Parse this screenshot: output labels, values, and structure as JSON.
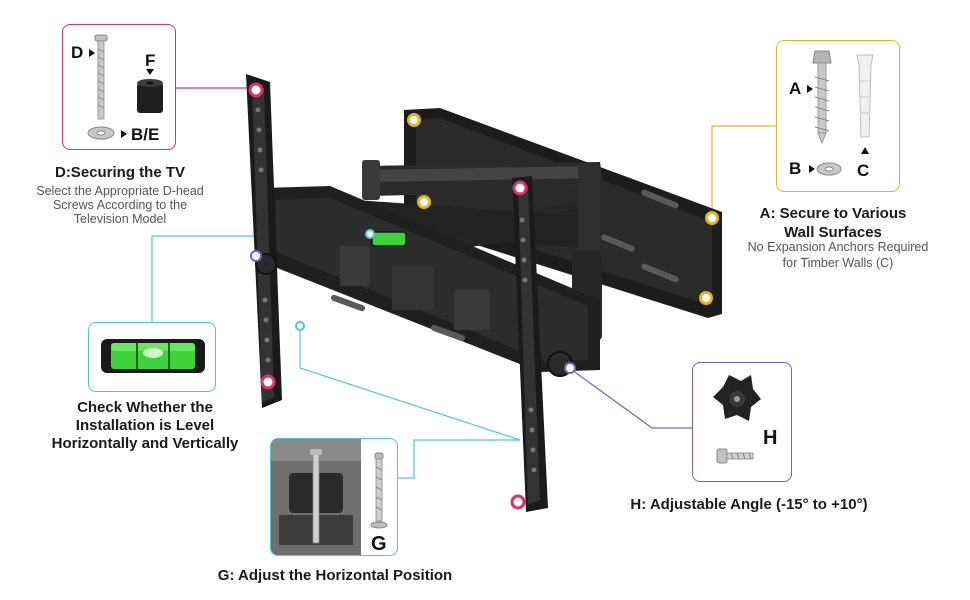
{
  "callouts": {
    "d": {
      "title": "D:Securing the TV",
      "subtitle_lines": [
        "Select the Appropriate D-head",
        "Screws According to the",
        "Television Model"
      ],
      "parts": {
        "d": "D",
        "f": "F",
        "be": "B/E"
      }
    },
    "a": {
      "title_lines": [
        "A:  Secure to Various",
        "Wall Surfaces"
      ],
      "subtitle_lines": [
        "No Expansion Anchors Required",
        "for Timber Walls (C)"
      ],
      "parts": {
        "a": "A",
        "b": "B",
        "c": "C"
      }
    },
    "level": {
      "lines": [
        "Check Whether the",
        "Installation is Level",
        "Horizontally and Vertically"
      ]
    },
    "h": {
      "title": "H:  Adjustable Angle (-15° to +10°)",
      "part": "H"
    },
    "g": {
      "title": "G:  Adjust the Horizontal Position",
      "part": "G"
    }
  },
  "colors": {
    "d_border": "#e0316a",
    "a_border": "#e6b422",
    "level_border": "#4fc6d6",
    "h_border": "#7a5ccc",
    "g_border": "#4fc6d6",
    "mount": "#1c1c1c",
    "level_green": "#3fd23a"
  }
}
